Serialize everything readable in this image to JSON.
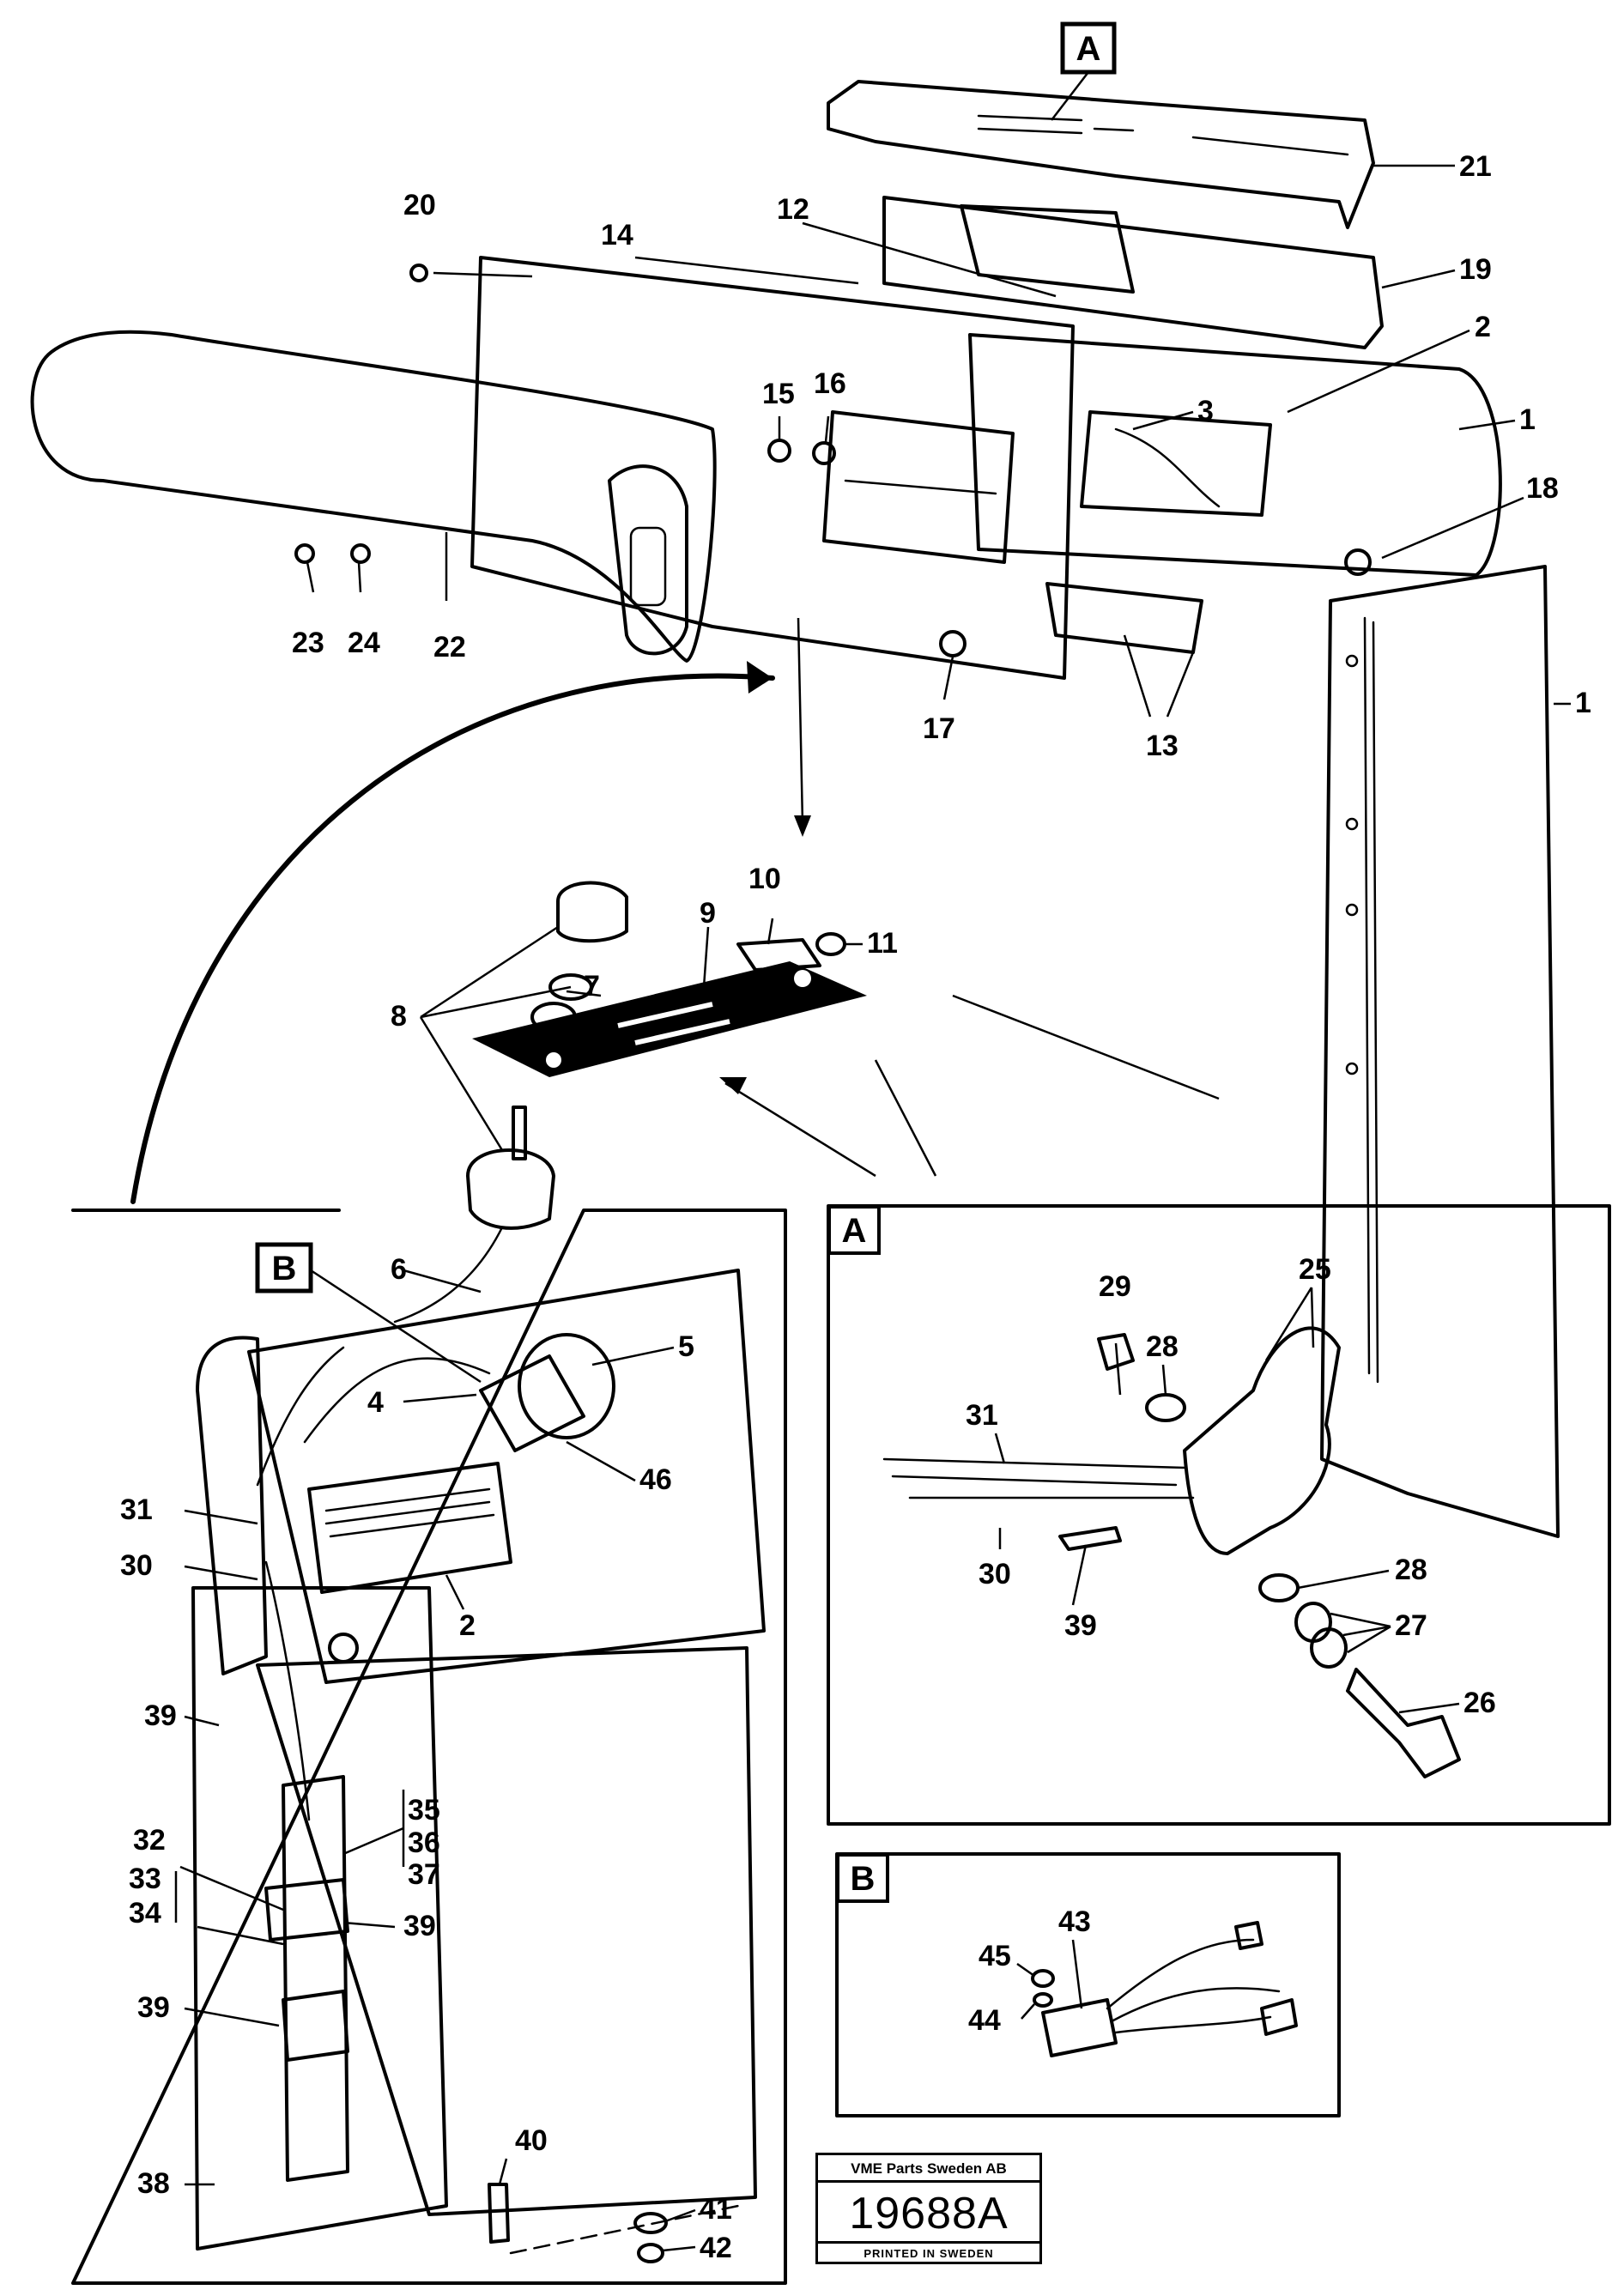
{
  "callouts": {
    "c1a": "1",
    "c1b": "1",
    "c2a": "2",
    "c2b": "2",
    "c3": "3",
    "c4": "4",
    "c5": "5",
    "c6": "6",
    "c7": "7",
    "c8": "8",
    "c9": "9",
    "c10": "10",
    "c11": "11",
    "c12": "12",
    "c13": "13",
    "c14": "14",
    "c15": "15",
    "c16": "16",
    "c17": "17",
    "c18": "18",
    "c19": "19",
    "c20": "20",
    "c21": "21",
    "c22": "22",
    "c23": "23",
    "c24": "24",
    "c25": "25",
    "c26": "26",
    "c27": "27",
    "c28a": "28",
    "c28b": "28",
    "c29": "29",
    "c30a": "30",
    "c30b": "30",
    "c31a": "31",
    "c31b": "31",
    "c32": "32",
    "c33": "33",
    "c34": "34",
    "c35": "35",
    "c36": "36",
    "c37": "37",
    "c38": "38",
    "c39a": "39",
    "c39b": "39",
    "c39c": "39",
    "c39d": "39",
    "c40": "40",
    "c41": "41",
    "c42": "42",
    "c43": "43",
    "c44": "44",
    "c45": "45",
    "c46": "46"
  },
  "detail_tags": {
    "a_top": "A",
    "b_panel": "B",
    "a_box": "A",
    "b_box": "B"
  },
  "title_block": {
    "company": "VME Parts Sweden AB",
    "drawing_number": "19688A",
    "printed": "PRINTED IN SWEDEN"
  }
}
